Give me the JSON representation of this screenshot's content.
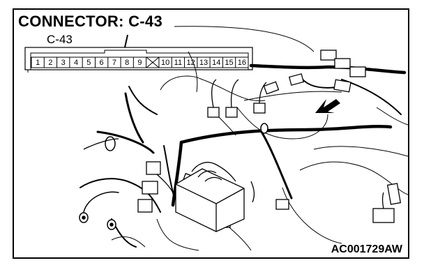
{
  "title": "CONNECTOR: C-43",
  "connector_label": "C-43",
  "diagram_code": "AC001729AW",
  "pins": [
    {
      "label": "1"
    },
    {
      "label": "2"
    },
    {
      "label": "3"
    },
    {
      "label": "4"
    },
    {
      "label": "5"
    },
    {
      "label": "6"
    },
    {
      "label": "7"
    },
    {
      "label": "8"
    },
    {
      "label": "9"
    },
    {
      "label": ""
    },
    {
      "label": "10"
    },
    {
      "label": "11"
    },
    {
      "label": "12"
    },
    {
      "label": "13"
    },
    {
      "label": "14"
    },
    {
      "label": "15"
    },
    {
      "label": "16"
    }
  ],
  "colors": {
    "line": "#000000",
    "background": "#ffffff"
  }
}
